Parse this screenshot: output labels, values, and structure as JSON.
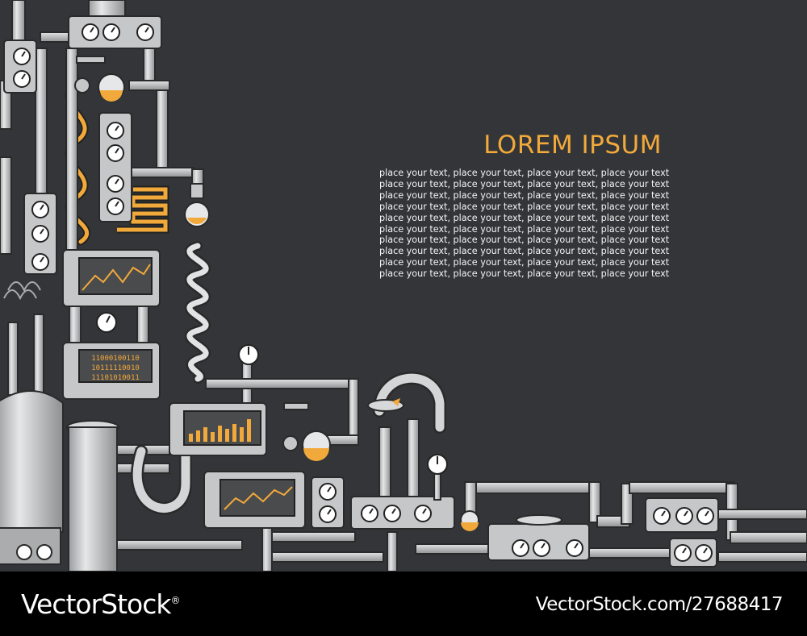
{
  "heading": "LOREM IPSUM",
  "body_lines": [
    "place your text, place your text, place your text, place your text",
    "place your text, place your text, place your text, place your text",
    "place your text, place your text, place your text, place your text",
    "place your text, place your text, place your text, place your text",
    "place your text, place your text, place your text, place your text",
    "place your text, place your text, place your text, place your text",
    "place your text, place your text, place your text, place your text",
    "place your text, place your text, place your text, place your text",
    "place your text, place your text, place your text, place your text",
    "place your text, place your text, place your text, place your text"
  ],
  "binary_display": [
    "11000100110",
    "10111110010",
    "11101010011"
  ],
  "footer": {
    "logo": "VectorStock",
    "logo_mark": "®",
    "stock_id": "VectorStock.com/27688417"
  },
  "colors": {
    "background": "#333538",
    "accent": "#f2a93b",
    "metal": "#c9cbcc",
    "outline": "#2a2a2a",
    "footer": "#000000"
  }
}
